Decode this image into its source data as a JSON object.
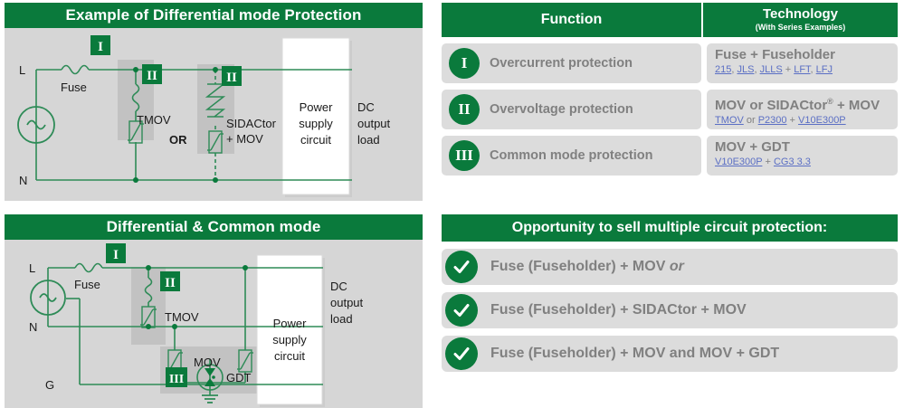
{
  "colors": {
    "brand_green": "#0a7a3c",
    "panel_gray": "#d6d6d6",
    "row_gray": "#dcdcdc",
    "label_gray": "#808080",
    "link_blue": "#5b6fc4",
    "wire_green": "#2e8b57"
  },
  "diagram_top": {
    "title": "Example of Differential mode Protection",
    "labels": {
      "line": "L",
      "neutral": "N",
      "fuse": "Fuse",
      "tmov": "TMOV",
      "sidactor": "SIDACtor",
      "sidactor2": "+ MOV",
      "or": "OR",
      "psu_1": "Power",
      "psu_2": "supply",
      "psu_3": "circuit",
      "load_1": "DC",
      "load_2": "output",
      "load_3": "load",
      "badge_i": "I",
      "badge_ii_a": "II",
      "badge_ii_b": "II"
    }
  },
  "diagram_bottom": {
    "title": "Differential & Common mode",
    "labels": {
      "line": "L",
      "neutral": "N",
      "ground": "G",
      "fuse": "Fuse",
      "tmov": "TMOV",
      "mov": "MOV",
      "gdt": "GDT",
      "psu_1": "Power",
      "psu_2": "supply",
      "psu_3": "circuit",
      "load_1": "DC",
      "load_2": "output",
      "load_3": "load",
      "badge_i": "I",
      "badge_ii": "II",
      "badge_iii": "III"
    }
  },
  "table": {
    "header": {
      "function": "Function",
      "technology": "Technology",
      "technology_sub": "(With Series Examples)"
    },
    "rows": [
      {
        "numeral": "I",
        "function": "Overcurrent protection",
        "tech_main": "Fuse + Fuseholder",
        "tech_links": [
          "215",
          "JLS",
          "JLLS",
          "LFT",
          "LFJ"
        ],
        "tech_sub_rendered": "215, JLS, JLLS + LFT, LFJ"
      },
      {
        "numeral": "II",
        "function": "Overvoltage protection",
        "tech_main": "MOV or SIDACtor® + MOV",
        "tech_links": [
          "TMOV",
          "P2300",
          "V10E300P"
        ],
        "tech_sub_rendered": "TMOV or P2300 + V10E300P"
      },
      {
        "numeral": "III",
        "function": "Common mode protection",
        "tech_main": "MOV + GDT",
        "tech_links": [
          "V10E300P",
          "CG3 3.3"
        ],
        "tech_sub_rendered": "V10E300P + CG3 3.3"
      }
    ]
  },
  "opportunity": {
    "header": "Opportunity to sell multiple circuit protection:",
    "items": [
      {
        "text": "Fuse (Fuseholder) + MOV ",
        "emphasis": "or"
      },
      {
        "text": "Fuse (Fuseholder) + SIDACtor + MOV",
        "emphasis": ""
      },
      {
        "text": "Fuse (Fuseholder) + MOV and MOV + GDT",
        "emphasis": ""
      }
    ]
  }
}
